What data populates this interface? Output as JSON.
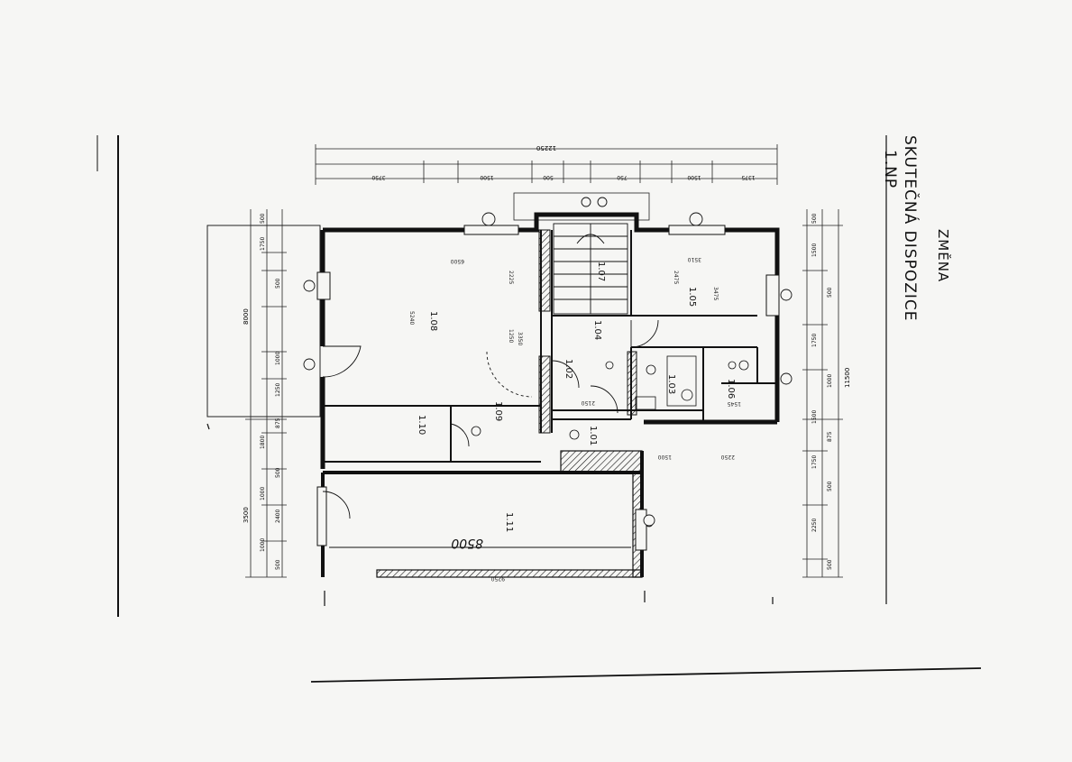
{
  "drawing": {
    "handwritten_title": "SKUTEČNÁ DISPOZICE",
    "handwritten_floor": "1.NP",
    "handwritten_note": "ZMĚNA",
    "total_width_dim": "12250",
    "total_depth_dim": "11500",
    "garage_depth_dim": "8500",
    "rooms": [
      {
        "id": "1.08"
      },
      {
        "id": "1.05"
      },
      {
        "id": "1.04"
      },
      {
        "id": "1.07"
      },
      {
        "id": "1.02"
      },
      {
        "id": "1.03"
      },
      {
        "id": "1.06"
      },
      {
        "id": "1.09"
      },
      {
        "id": "1.10"
      },
      {
        "id": "1.01"
      },
      {
        "id": "1.11"
      }
    ],
    "top_dims": [
      "3750",
      "1500",
      "500",
      "750",
      "1500",
      "1375"
    ],
    "left_dims": [
      "500",
      "1750",
      "500",
      "8000",
      "1000",
      "1250",
      "875",
      "1800",
      "500",
      "1000",
      "2400",
      "3500",
      "1000",
      "500"
    ],
    "right_dims": [
      "500",
      "1500",
      "500",
      "1750",
      "1000",
      "1500",
      "875",
      "1750",
      "500",
      "2250",
      "500"
    ],
    "inner_dims": [
      "6500",
      "5240",
      "2225",
      "1250",
      "3350",
      "3510",
      "2475",
      "3475",
      "2150",
      "1500",
      "2250",
      "1545",
      "9250"
    ]
  }
}
